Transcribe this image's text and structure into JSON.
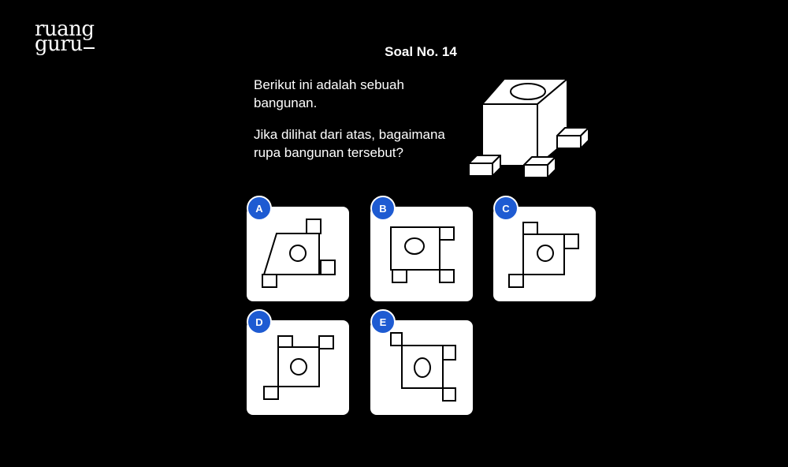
{
  "logo": {
    "line1": "ruang",
    "line2": "guru"
  },
  "title": "Soal No. 14",
  "question": {
    "line1": "Berikut ini adalah sebuah bangunan.",
    "line2": "Jika dilihat dari atas, bagaimana rupa bangunan tersebut?"
  },
  "options": [
    {
      "label": "A"
    },
    {
      "label": "B"
    },
    {
      "label": "C"
    },
    {
      "label": "D"
    },
    {
      "label": "E"
    }
  ],
  "colors": {
    "badge": "#1e5bd2",
    "background": "#000000",
    "card": "#ffffff"
  }
}
